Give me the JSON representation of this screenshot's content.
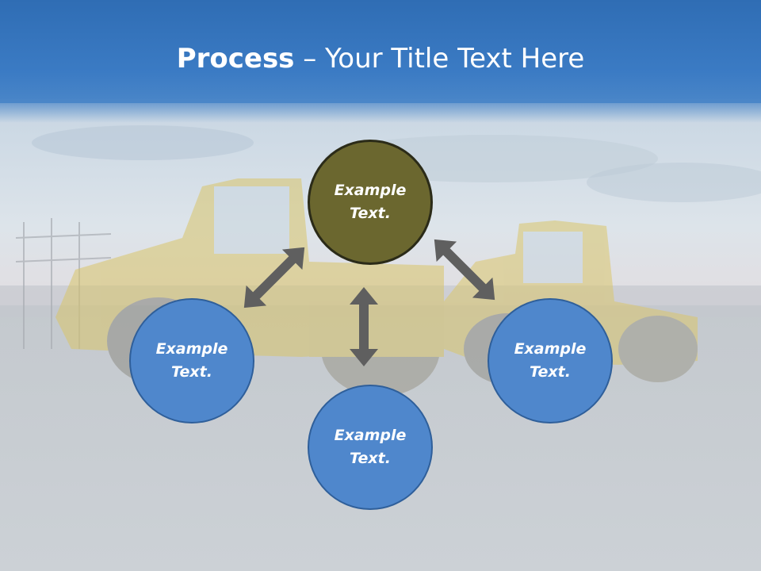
{
  "title": {
    "bold": "Process",
    "rest": " – Your Title Text Here"
  },
  "nodes": {
    "top": {
      "text": "Example Text.",
      "color": "#6b672f"
    },
    "left": {
      "text": "Example Text.",
      "color": "#4f87cc"
    },
    "bottom": {
      "text": "Example Text.",
      "color": "#4f87cc"
    },
    "right": {
      "text": "Example Text.",
      "color": "#4f87cc"
    }
  },
  "colors": {
    "title_bar": "#3b7bc4",
    "arrow": "#5f5f5f"
  }
}
